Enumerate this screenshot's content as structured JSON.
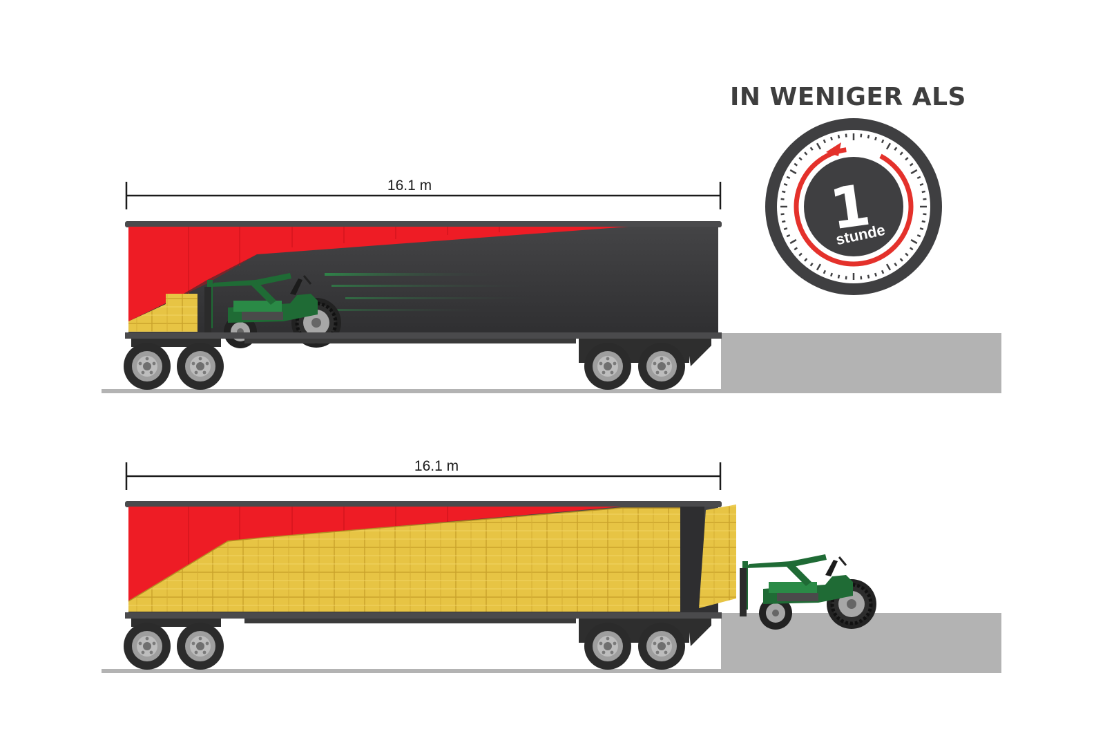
{
  "headline": "IN WENIGER ALS",
  "clock": {
    "number": "1",
    "unit": "stunde"
  },
  "top_trailer": {
    "dimension_label": "16.1 m",
    "state": "empty"
  },
  "bottom_trailer": {
    "dimension_label": "16.1 m",
    "state": "loaded"
  },
  "colors": {
    "curtain_red": "#ee1c25",
    "trailer_dark": "#3b3b3d",
    "hay": "#e6c243",
    "tractor_green": "#1f6b35",
    "dock_grey": "#b3b3b3",
    "clock_ring": "#e4312b"
  },
  "icons": [
    "tractor-icon",
    "hay-bale-icon",
    "stopwatch-icon"
  ]
}
